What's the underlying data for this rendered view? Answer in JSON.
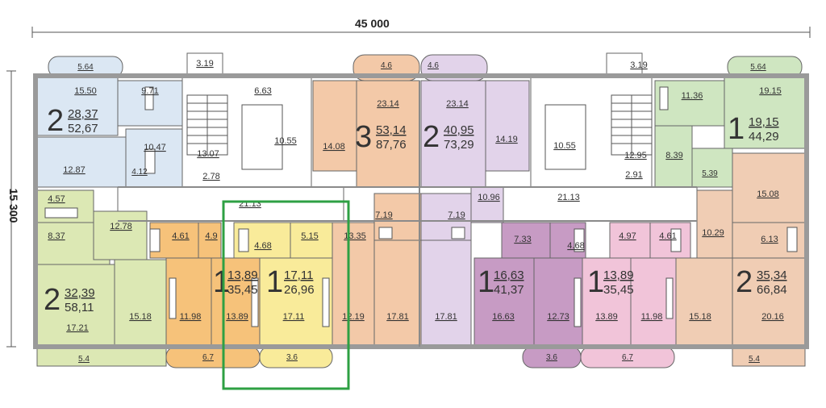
{
  "dimensions": {
    "width": "45 000",
    "height": "15 300"
  },
  "rooms": {
    "balc_tl": "5.64",
    "r1_15_50": "15.50",
    "r1_9_71": "9.71",
    "r1_12_87": "12.87",
    "r1_10_47": "10.47",
    "r1_4_12": "4.12",
    "stair_l_3_19": "3.19",
    "stair_l_6_63": "6.63",
    "stair_l_10_55": "10.55",
    "stair_l_13_07": "13.07",
    "stair_l_2_78": "2.78",
    "corr_l": "21.13",
    "r3_14_08": "14.08",
    "r3_23_14": "23.14",
    "balc_46a": "4.6",
    "balc_46b": "4.6",
    "r2c_23_14": "23.14",
    "r2c_14_19": "14.19",
    "stair_r_3_19": "3.19",
    "stair_r_10_55": "10.55",
    "stair_r_12_95": "12.95",
    "stair_r_2_91": "2.91",
    "corr_r": "21.13",
    "r1r_11_36": "11.36",
    "r1r_19_15": "19.15",
    "r1r_8_39": "8.39",
    "r1r_5_39": "5.39",
    "balc_tr": "5.64",
    "bl_4_57": "4.57",
    "bl_8_37": "8.37",
    "bl_12_78": "12.78",
    "bl_17_21": "17.21",
    "bl_15_18": "15.18",
    "balc_bl": "5.4",
    "o_4_61": "4.61",
    "o_4_9": "4.9",
    "o_11_98": "11.98",
    "o_13_89": "13.89",
    "balc_67l": "6.7",
    "y_4_68": "4.68",
    "y_5_15": "5.15",
    "y_17_11": "17.11",
    "balc_36l": "3.6",
    "s_13_35": "13.35",
    "s_12_19": "12.19",
    "s_17_81a": "17.81",
    "s_17_81b": "17.81",
    "s_7_19a": "7.19",
    "s_7_19b": "7.19",
    "s_10_96": "10.96",
    "p_7_33": "7.33",
    "p_4_68": "4.68",
    "p_16_63": "16.63",
    "p_12_73": "12.73",
    "balc_36r": "3.6",
    "pk_4_97": "4.97",
    "pk_4_61": "4.61",
    "pk_13_89": "13.89",
    "pk_11_98": "11.98",
    "balc_67r": "6.7",
    "br_15_08": "15.08",
    "br_10_29": "10.29",
    "br_6_13": "6.13",
    "br_15_18": "15.18",
    "br_20_16": "20.16",
    "balc_br": "5.4"
  },
  "apartments": [
    {
      "id": "a1",
      "rooms": "2",
      "living": "28,37",
      "total": "52,67"
    },
    {
      "id": "a2",
      "rooms": "3",
      "living": "53,14",
      "total": "87,76"
    },
    {
      "id": "a3",
      "rooms": "2",
      "living": "40,95",
      "total": "73,29"
    },
    {
      "id": "a4",
      "rooms": "1",
      "living": "19,15",
      "total": "44,29"
    },
    {
      "id": "a5",
      "rooms": "2",
      "living": "32,39",
      "total": "58,11"
    },
    {
      "id": "a6",
      "rooms": "1",
      "living": "13,89",
      "total": "35,45"
    },
    {
      "id": "a7",
      "rooms": "1",
      "living": "17,11",
      "total": "26,96"
    },
    {
      "id": "a8",
      "rooms": "1",
      "living": "16,63",
      "total": "41,37"
    },
    {
      "id": "a9",
      "rooms": "1",
      "living": "13,89",
      "total": "35,45"
    },
    {
      "id": "a10",
      "rooms": "2",
      "living": "35,34",
      "total": "66,84"
    }
  ],
  "colors": {
    "blue": "#dbe7f3",
    "olive": "#dce8b4",
    "orange": "#f6c27a",
    "yellow": "#f9eb9a",
    "salmon": "#f3c9a8",
    "lavender": "#e2d3ea",
    "purple": "#c79bc4",
    "pink": "#f1c4d9",
    "green": "#cfe6c1",
    "peach": "#f0cdb4",
    "highlight": "#2ea043"
  }
}
